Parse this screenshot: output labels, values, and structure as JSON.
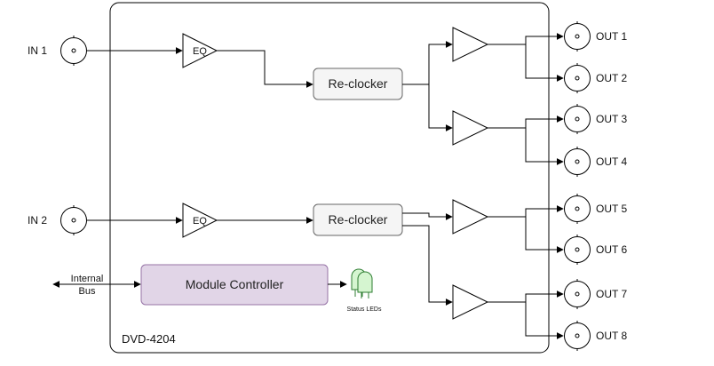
{
  "module": {
    "model": "DVD-4204"
  },
  "inputs": [
    {
      "label": "IN 1"
    },
    {
      "label": "IN 2"
    }
  ],
  "outputs": [
    {
      "label": "OUT 1"
    },
    {
      "label": "OUT 2"
    },
    {
      "label": "OUT 3"
    },
    {
      "label": "OUT 4"
    },
    {
      "label": "OUT 5"
    },
    {
      "label": "OUT 6"
    },
    {
      "label": "OUT 7"
    },
    {
      "label": "OUT 8"
    }
  ],
  "equalizers": [
    {
      "label": "EQ"
    },
    {
      "label": "EQ"
    }
  ],
  "reclockers": [
    {
      "label": "Re-clocker"
    },
    {
      "label": "Re-clocker"
    }
  ],
  "controller": {
    "label": "Module Controller",
    "fill": "#e1d5e7",
    "stroke": "#9673a6"
  },
  "bus": {
    "line1": "Internal",
    "line2": "Bus"
  },
  "leds": {
    "label": "Status LEDs",
    "fill": "#d5f5d0",
    "stroke": "#2e7d32"
  },
  "colors": {
    "reclocker_fill": "#f5f5f5",
    "reclocker_stroke": "#666666"
  },
  "icons": [
    "bnc-connector-icon",
    "led-icon",
    "amplifier-triangle-icon"
  ]
}
